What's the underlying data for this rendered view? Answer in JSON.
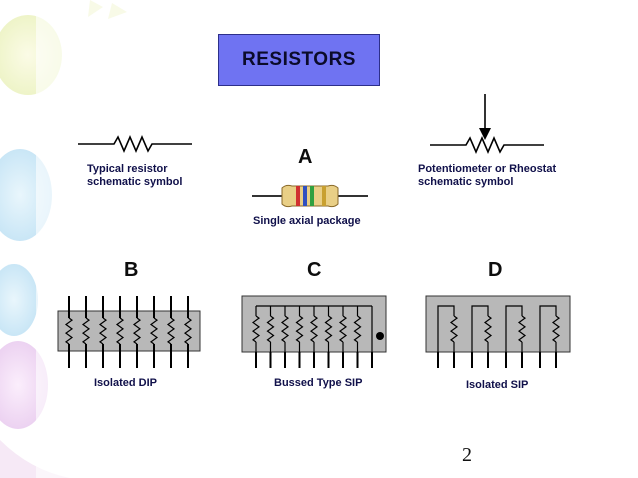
{
  "title": "RESISTORS",
  "typical": {
    "caption_line1": "Typical resistor",
    "caption_line2": "schematic symbol"
  },
  "axial": {
    "letter": "A",
    "caption": "Single axial package"
  },
  "pot": {
    "caption_line1": "Potentiometer or Rheostat",
    "caption_line2": "schematic symbol"
  },
  "dip": {
    "letter": "B",
    "caption": "Isolated DIP"
  },
  "bussed": {
    "letter": "C",
    "caption": "Bussed Type SIP"
  },
  "isolated_sip": {
    "letter": "D",
    "caption": "Isolated SIP"
  },
  "page_number": "2",
  "colors": {
    "title_bg": "#6f73f2",
    "label_text": "#10104a",
    "package_fill": "#b8b8b8"
  },
  "icons": [
    "resistor-symbol-icon",
    "potentiometer-symbol-icon",
    "axial-resistor-icon"
  ]
}
